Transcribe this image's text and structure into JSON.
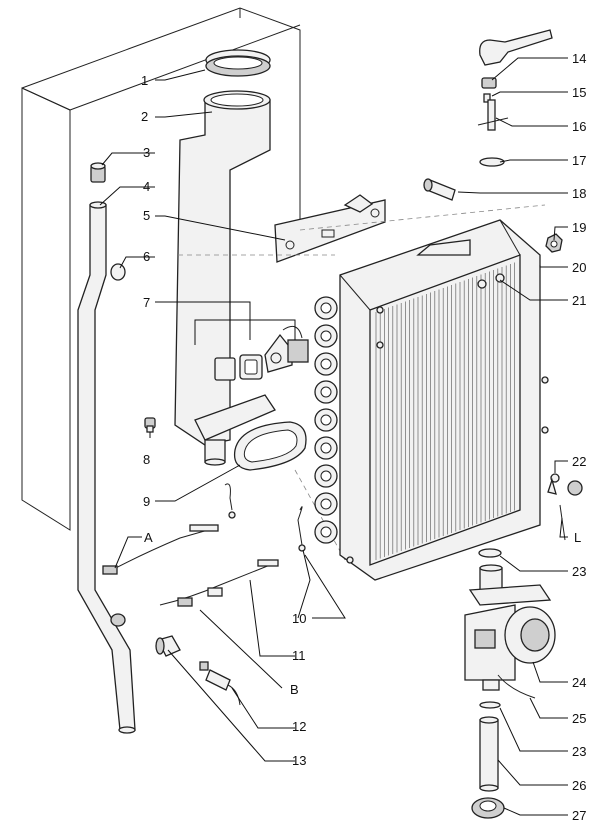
{
  "callouts": {
    "c1": "1",
    "c2": "2",
    "c3": "3",
    "c4": "4",
    "c5": "5",
    "c6": "6",
    "c7": "7",
    "c8": "8",
    "c9": "9",
    "c10": "10",
    "c11": "11",
    "c12": "12",
    "c13": "13",
    "c14": "14",
    "c15": "15",
    "c16": "16",
    "c17": "17",
    "c18": "18",
    "c19": "19",
    "c20": "20",
    "c21": "21",
    "c22": "22",
    "c23a": "23",
    "c23b": "23",
    "c24": "24",
    "c25": "25",
    "c26": "26",
    "c27": "27",
    "cA": "A",
    "cB": "B",
    "cL": "L"
  }
}
